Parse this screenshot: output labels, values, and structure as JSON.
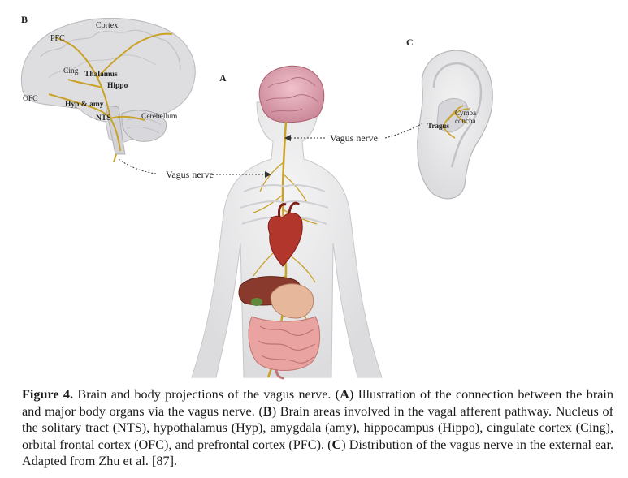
{
  "panels": {
    "a": "A",
    "b": "B",
    "c": "C"
  },
  "brain_labels": {
    "cortex": "Cortex",
    "pfc": "PFC",
    "cing": "Cing",
    "thalamus": "Thalamus",
    "hippo": "Hippo",
    "ofc": "OFC",
    "hyp_amy": "Hyp & amy",
    "nts": "NTS",
    "cerebellum": "Cerebellum"
  },
  "ear_labels": {
    "cymba_1": "Cymba",
    "cymba_2": "concha",
    "tragus": "Tragus"
  },
  "vagus_labels": {
    "left": "Vagus nerve",
    "right": "Vagus nerve"
  },
  "caption": {
    "figure_label": "Figure 4.",
    "intro": " Brain and body projections of the vagus nerve. (",
    "ref_a": "A",
    "text_a": ") Illustration of the connection between the brain and major body organs via the vagus nerve. (",
    "ref_b": "B",
    "text_b": ") Brain areas involved in the vagal afferent pathway. Nucleus of the solitary tract (NTS), hypothalamus (Hyp), amygdala (amy), hippocampus (Hippo), cingulate cortex (Cing), orbital frontal cortex (OFC), and prefrontal cortex (PFC). (",
    "ref_c": "C",
    "text_c": ") Distribution of the vagus nerve in the external ear. Adapted from Zhu et al. [87]."
  },
  "colors": {
    "nerve": "#c9a227",
    "brain": "#e8a8b6",
    "skin": "#e9e9ea",
    "heart": "#b3362d",
    "liver": "#8a3a2c",
    "intestine": "#e9a3a0"
  }
}
